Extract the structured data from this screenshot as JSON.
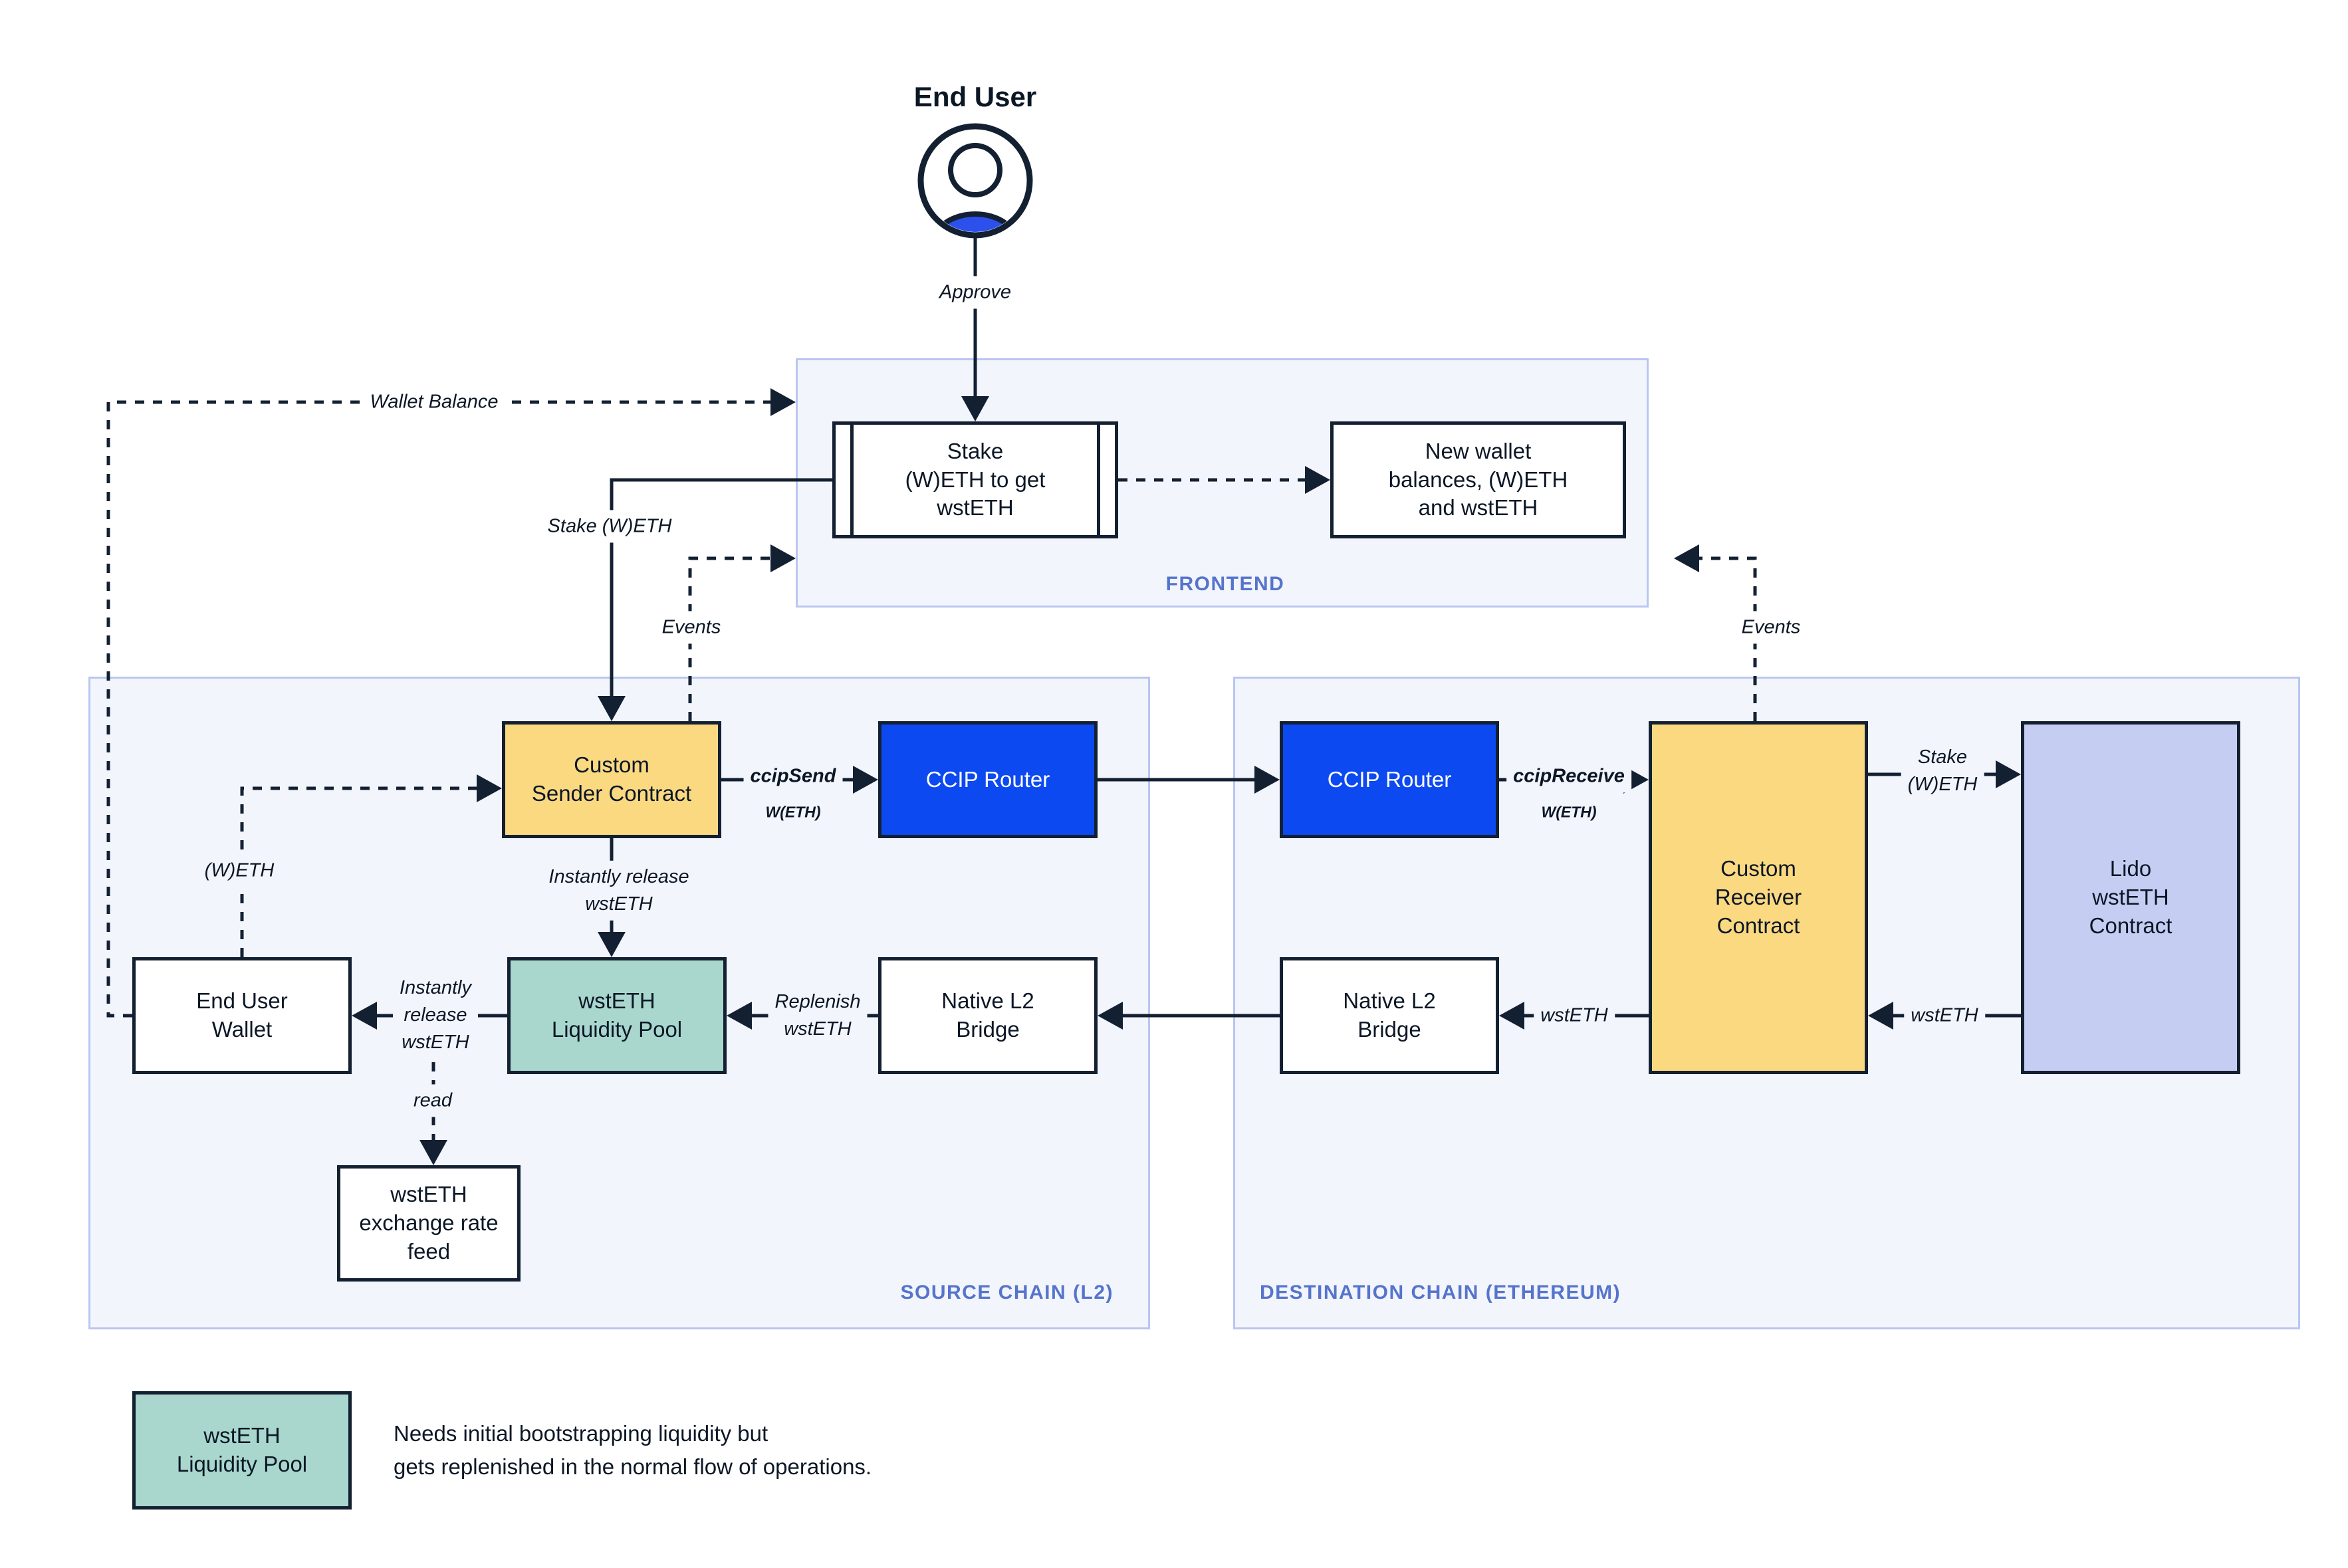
{
  "title": {
    "end_user": "End User"
  },
  "containers": {
    "frontend": "FRONTEND",
    "source_chain": "SOURCE CHAIN (L2)",
    "destination_chain": "DESTINATION CHAIN (ETHEREUM)"
  },
  "nodes": {
    "stake_box": "Stake\n(W)ETH to get\nwstETH",
    "new_wallet": "New wallet\nbalances, (W)ETH\nand wstETH",
    "custom_sender": "Custom\nSender Contract",
    "ccip_router_src": "CCIP Router",
    "end_user_wallet": "End User\nWallet",
    "liquidity_pool": "wstETH\nLiquidity Pool",
    "bridge_src": "Native L2\nBridge",
    "exchange_rate_feed": "wstETH\nexchange rate\nfeed",
    "ccip_router_dst": "CCIP Router",
    "custom_receiver": "Custom\nReceiver\nContract",
    "lido": "Lido\nwstETH\nContract",
    "bridge_dst": "Native L2\nBridge"
  },
  "edges": {
    "approve": "Approve",
    "wallet_balance": "Wallet Balance",
    "stake_weth_left": "Stake (W)ETH",
    "events_left": "Events",
    "events_right": "Events",
    "ccip_send": "ccipSend",
    "ccip_send_sub": "W(ETH)",
    "ccip_receive": "ccipReceive",
    "ccip_receive_sub": "W(ETH)",
    "stake_weth_right": "Stake\n(W)ETH",
    "wsteth_from_lido": "wstETH",
    "wsteth_to_bridge": "wstETH",
    "replenish": "Replenish\nwstETH",
    "instant_release_v": "Instantly release\nwstETH",
    "instant_release_h": "Instantly\nrelease\nwstETH",
    "read": "read"
  },
  "legend": {
    "box": "wstETH\nLiquidity Pool",
    "note": "Needs initial bootstrapping liquidity but\ngets replenished in the normal flow of operations."
  },
  "colors": {
    "ink": "#132032",
    "panel": "#f3f5fc",
    "panel-border": "#b9c6f1",
    "yellow": "#fbd981",
    "teal": "#a9d7ce",
    "blue": "#0d49f0",
    "periwinkle": "#c5cef2",
    "label-blue": "#5574cc",
    "user-blue": "#2b50ec"
  }
}
